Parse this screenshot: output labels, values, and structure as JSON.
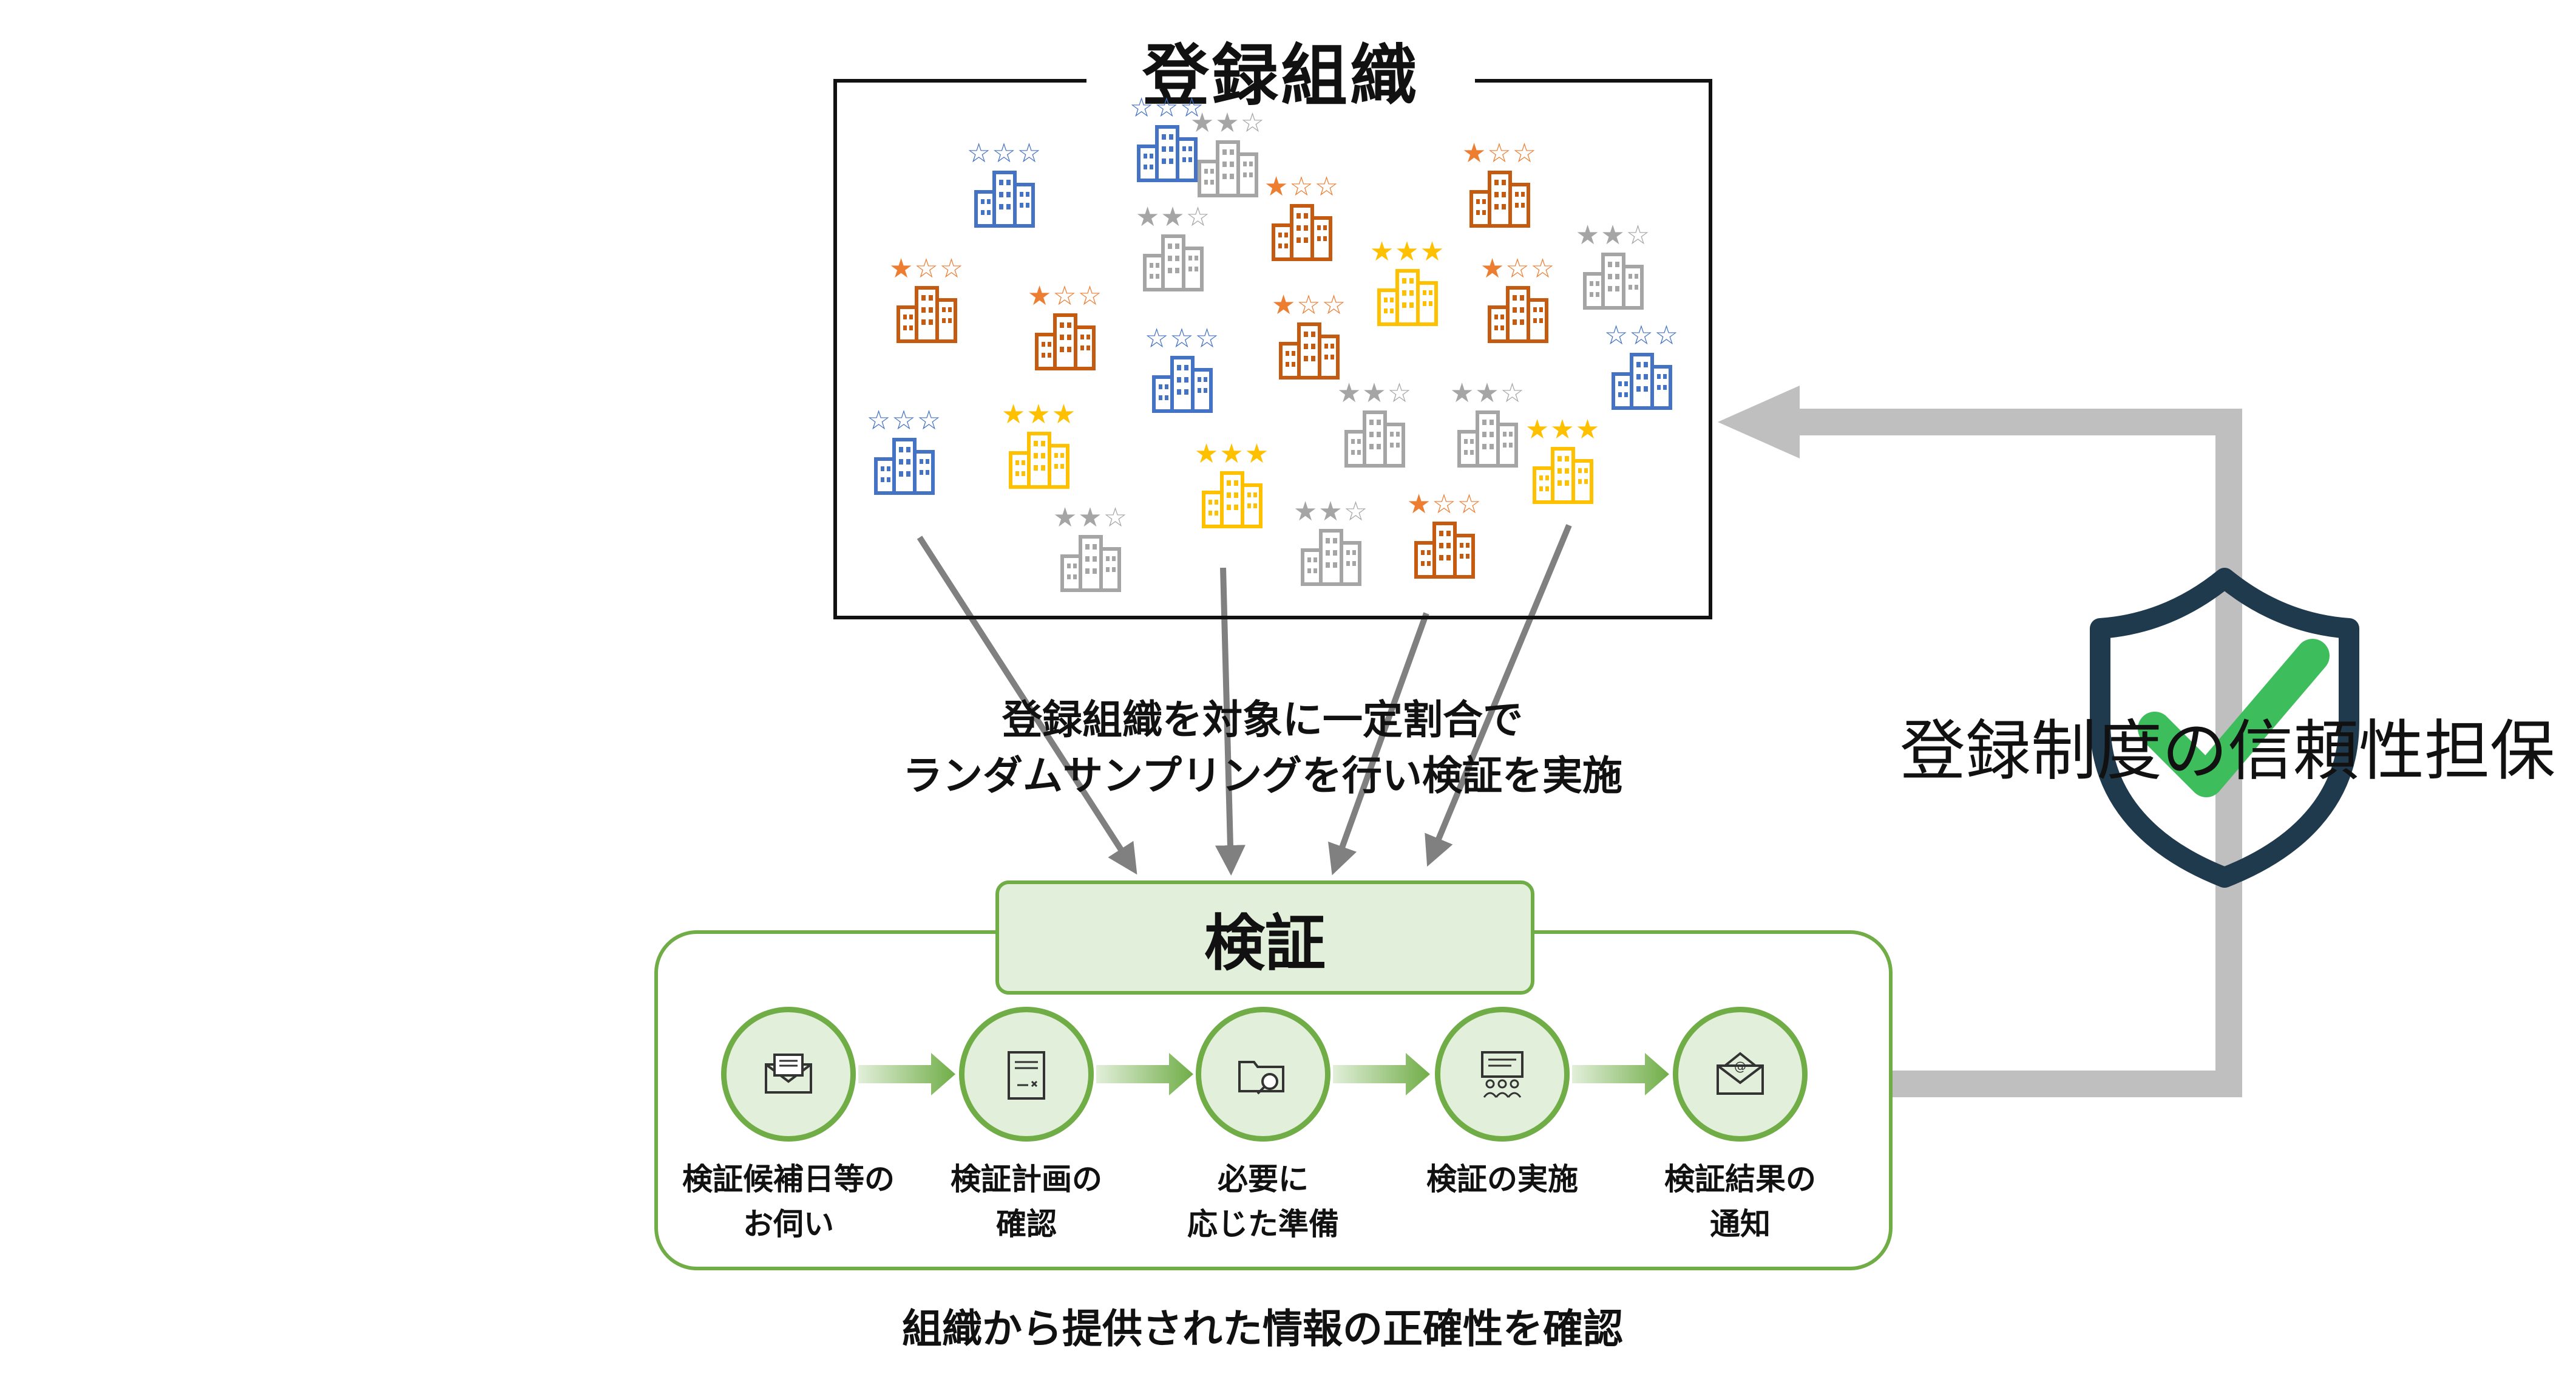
{
  "registry": {
    "title": "登録組織",
    "organizations": [
      {
        "stars": "☆☆☆",
        "tier": "blue"
      },
      {
        "stars": "☆☆☆",
        "tier": "blue"
      },
      {
        "stars": "★★☆",
        "tier": "gray"
      },
      {
        "stars": "★☆☆",
        "tier": "orange"
      },
      {
        "stars": "★★☆",
        "tier": "gray"
      },
      {
        "stars": "★☆☆",
        "tier": "orange"
      },
      {
        "stars": "★☆☆",
        "tier": "orange"
      },
      {
        "stars": "★★★",
        "tier": "gold"
      },
      {
        "stars": "★☆☆",
        "tier": "orange"
      },
      {
        "stars": "★★☆",
        "tier": "gray"
      },
      {
        "stars": "★☆☆",
        "tier": "orange"
      },
      {
        "stars": "☆☆☆",
        "tier": "blue"
      },
      {
        "stars": "★☆☆",
        "tier": "orange"
      },
      {
        "stars": "☆☆☆",
        "tier": "blue"
      },
      {
        "stars": "☆☆☆",
        "tier": "blue"
      },
      {
        "stars": "★★★",
        "tier": "gold"
      },
      {
        "stars": "★★☆",
        "tier": "gray"
      },
      {
        "stars": "★★★",
        "tier": "gold"
      },
      {
        "stars": "★★☆",
        "tier": "gray"
      },
      {
        "stars": "★★★",
        "tier": "gold"
      },
      {
        "stars": "★★☆",
        "tier": "gray"
      },
      {
        "stars": "★★☆",
        "tier": "gray"
      },
      {
        "stars": "★☆☆",
        "tier": "orange"
      }
    ]
  },
  "sampling": {
    "line1": "登録組織を対象に一定割合で",
    "line2": "ランダムサンプリングを行い検証を実施"
  },
  "verification": {
    "title": "検証",
    "steps": [
      {
        "icon": "envelope-letter-icon",
        "line1": "検証候補日等の",
        "line2": "お伺い"
      },
      {
        "icon": "contract-document-icon",
        "line1": "検証計画の",
        "line2": "確認"
      },
      {
        "icon": "folder-search-icon",
        "line1": "必要に",
        "line2": "応じた準備"
      },
      {
        "icon": "meeting-presentation-icon",
        "line1": "検証の実施",
        "line2": ""
      },
      {
        "icon": "email-notification-icon",
        "line1": "検証結果の",
        "line2": "通知"
      }
    ]
  },
  "footer": {
    "confirm": "組織から提供された情報の正確性を確認"
  },
  "trust": {
    "label": "登録制度の信頼性担保",
    "icon": "shield-check-icon"
  },
  "colors": {
    "blue": "#4472c4",
    "orange": "#c55a11",
    "gold": "#ffc000",
    "gray": "#a5a5a5",
    "orange_star": "#ed7d31",
    "gold_star": "#ffc000",
    "gray_star": "#a5a5a5",
    "blue_star": "#4472c4",
    "green": "#70ad47",
    "green_light": "#e2efda",
    "shield": "#1f3a4d",
    "check": "#3dbd5c",
    "arrow_gray": "#bfbfbf"
  }
}
